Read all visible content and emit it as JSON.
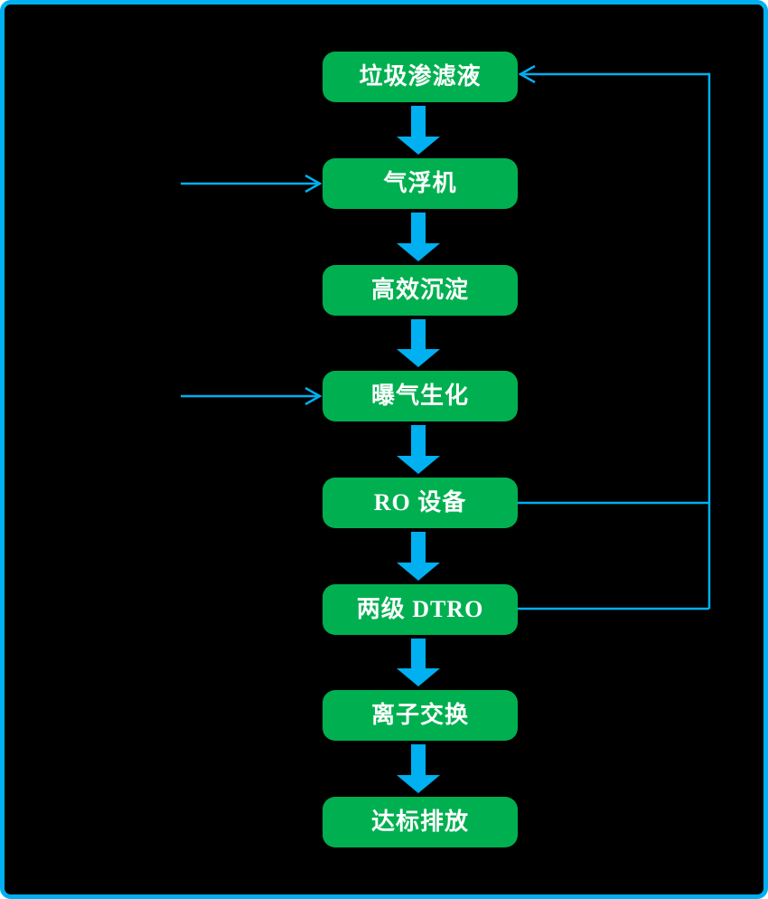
{
  "colors": {
    "background": "#000000",
    "frame_border": "#00B0F0",
    "node_fill": "#00B050",
    "node_text": "#FFFFFF",
    "arrow": "#00B0F0"
  },
  "nodes": [
    {
      "label": "垃圾渗滤液"
    },
    {
      "label": "气浮机"
    },
    {
      "label": "高效沉淀"
    },
    {
      "label": "曝气生化"
    },
    {
      "label": "RO 设备"
    },
    {
      "label": "两级 DTRO"
    },
    {
      "label": "离子交换"
    },
    {
      "label": "达标排放"
    }
  ],
  "edges": [
    {
      "from": "垃圾渗滤液",
      "to": "气浮机",
      "type": "block-arrow-down"
    },
    {
      "from": "气浮机",
      "to": "高效沉淀",
      "type": "block-arrow-down"
    },
    {
      "from": "高效沉淀",
      "to": "曝气生化",
      "type": "block-arrow-down"
    },
    {
      "from": "曝气生化",
      "to": "RO 设备",
      "type": "block-arrow-down"
    },
    {
      "from": "RO 设备",
      "to": "两级 DTRO",
      "type": "block-arrow-down"
    },
    {
      "from": "两级 DTRO",
      "to": "离子交换",
      "type": "block-arrow-down"
    },
    {
      "from": "离子交换",
      "to": "达标排放",
      "type": "block-arrow-down"
    },
    {
      "from": "RO 设备",
      "to": "垃圾渗滤液",
      "type": "feedback-return-line"
    },
    {
      "from": "两级 DTRO",
      "to": "垃圾渗滤液",
      "type": "feedback-return-line"
    },
    {
      "from": "external-left",
      "to": "气浮机",
      "type": "thin-inlet-arrow"
    },
    {
      "from": "external-left",
      "to": "曝气生化",
      "type": "thin-inlet-arrow"
    }
  ]
}
